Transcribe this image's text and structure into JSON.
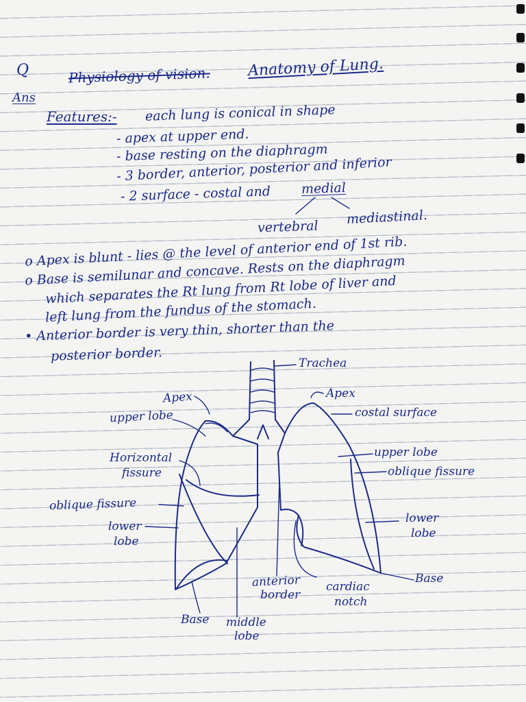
{
  "heading": {
    "q_label": "Q",
    "ans_label": "Ans",
    "struck_title": "Physiology of vision.",
    "title": "Anatomy of Lung."
  },
  "features": {
    "label": "Features:-",
    "items": [
      "each lung is conical in shape",
      "- apex at upper end.",
      "- base resting on the diaphragm",
      "- 3 border, anterior, posterior and inferior",
      "- 2 surface - costal and",
      "medial"
    ],
    "medial_branches": [
      "vertebral",
      "mediastinal."
    ]
  },
  "notes": [
    "o Apex is blunt - lies @ the level of anterior end of 1st rib.",
    "o Base is semilunar and concave. Rests on the diaphragm",
    "which separates the Rt lung from Rt lobe of liver and",
    "left lung from the fundus of the stomach.",
    "• Anterior border is very thin, shorter than the",
    "posterior border."
  ],
  "diagram_labels": {
    "trachea": "Trachea",
    "apex_left": "Apex",
    "apex_right": "Apex",
    "upper_lobe_left": "upper lobe",
    "costal_surface": "costal surface",
    "horizontal_fissure": [
      "Horizontal",
      "fissure"
    ],
    "upper_lobe_right": "upper lobe",
    "oblique_fissure_right": "oblique fissure",
    "oblique_fissure_left": "oblique fissure",
    "lower_lobe_left": [
      "lower",
      "lobe"
    ],
    "lower_lobe_right": [
      "lower",
      "lobe"
    ],
    "anterior_border": [
      "anterior",
      "border"
    ],
    "cardiac_notch": [
      "cardiac",
      "notch"
    ],
    "base_right": "Base",
    "base_left": "Base",
    "middle_lobe": [
      "middle",
      "lobe"
    ]
  }
}
